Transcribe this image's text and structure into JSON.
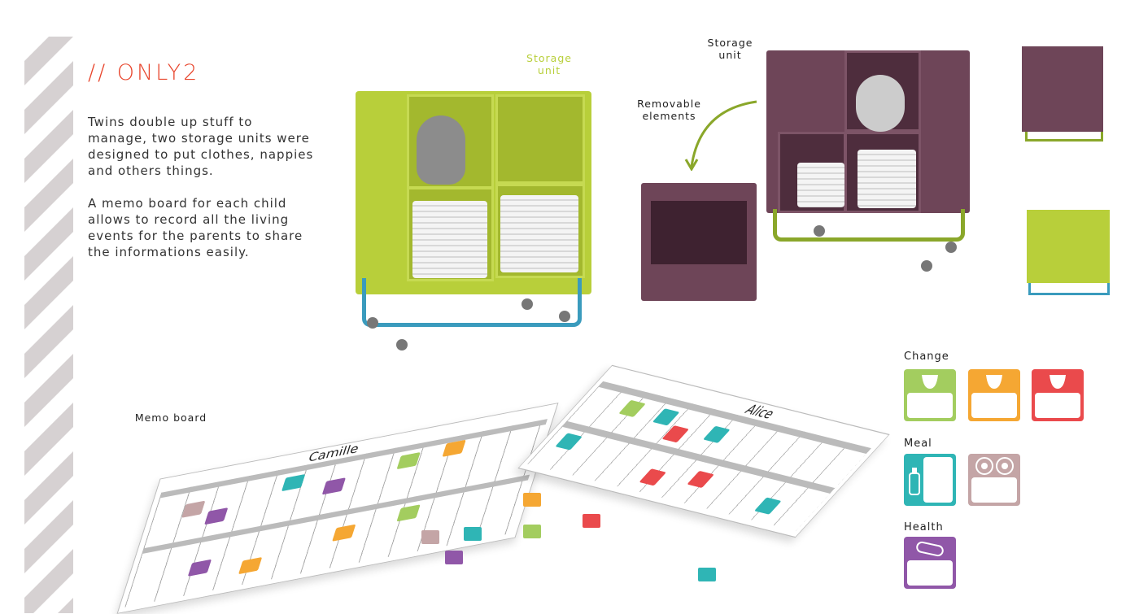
{
  "title": "// ONLY2",
  "paragraphs": [
    "Twins double up stuff to manage, two storage units were designed to put clothes, nappies and others things.",
    "A memo board for each child allows to record all the living events for the parents to share the informations easily."
  ],
  "labels": {
    "storage_unit_green": "Storage unit",
    "storage_unit_purple": "Storage unit",
    "removable": "Removable elements",
    "memo_board": "Memo board"
  },
  "boards": [
    {
      "name": "Camille"
    },
    {
      "name": "Alice"
    }
  ],
  "legend": {
    "change": {
      "label": "Change",
      "colors": [
        "#a3cd5f",
        "#f5a733",
        "#ea4a4c"
      ]
    },
    "meal": {
      "label": "Meal",
      "colors": [
        "#2fb5b5",
        "#c4a5a6"
      ]
    },
    "health": {
      "label": "Health",
      "colors": [
        "#9057a8"
      ]
    }
  },
  "colors": {
    "accent": "#e8452c",
    "green": "#b8cf3a",
    "purple": "#6e4558",
    "blue": "#3a9bbd"
  }
}
